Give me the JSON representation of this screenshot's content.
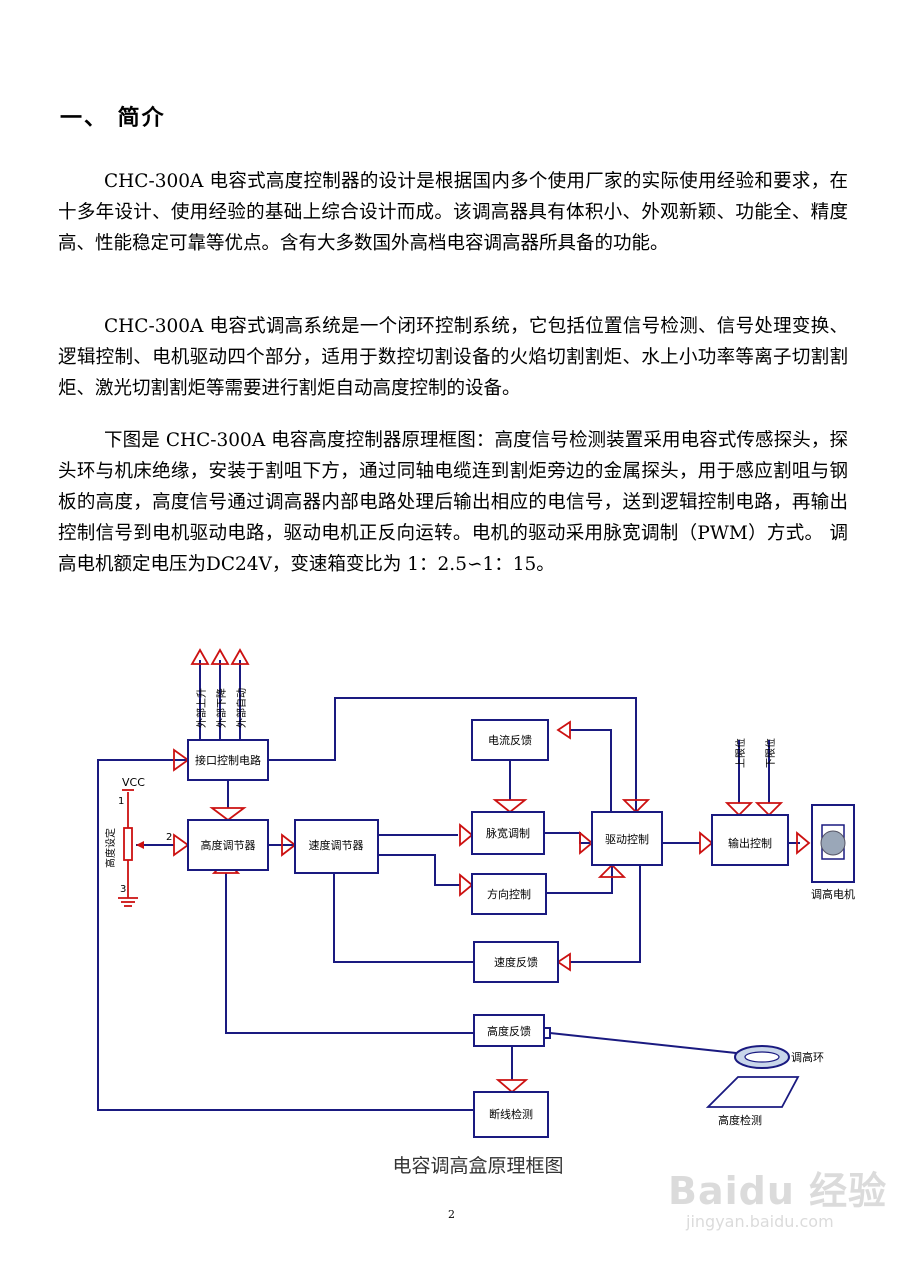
{
  "section": {
    "heading": "一、 简介"
  },
  "paragraphs": [
    "CHC-300A 电容式高度控制器的设计是根据国内多个使用厂家的实际使用经验和要求，在十多年设计、使用经验的基础上综合设计而成。该调高器具有体积小、外观新颖、功能全、精度高、性能稳定可靠等优点。含有大多数国外高档电容调高器所具备的功能。",
    "CHC-300A 电容式调高系统是一个闭环控制系统，它包括位置信号检测、信号处理变换、逻辑控制、电机驱动四个部分，适用于数控切割设备的火焰切割割炬、水上小功率等离子切割割炬、激光切割割炬等需要进行割炬自动高度控制的设备。",
    "下图是 CHC-300A 电容高度控制器原理框图：高度信号检测装置采用电容式传感探头，探头环与机床绝缘，安装于割咀下方，通过同轴电缆连到割炬旁边的金属探头，用于感应割咀与钢板的高度，高度信号通过调高器内部电路处理后输出相应的电信号，送到逻辑控制电路，再输出控制信号到电机驱动电路，驱动电机正反向运转。电机的驱动采用脉宽调制（PWM）方式。 调高电机额定电压为DC24V，变速箱变比为 1：2.5∽1：15。"
  ],
  "diagram": {
    "caption": "电容调高盒原理框图",
    "blocks": {
      "interface": "接口控制电路",
      "height_reg": "高度调节器",
      "speed_reg": "速度调节器",
      "current_fb": "电流反馈",
      "pwm": "脉宽调制",
      "direction": "方向控制",
      "drive": "驱动控制",
      "speed_fb": "速度反馈",
      "height_fb": "高度反馈",
      "break_detect": "断线检测",
      "output": "输出控制"
    },
    "inputs": [
      "外部上升",
      "外部下降",
      "外部自动"
    ],
    "limits": [
      "上限位",
      "下限位"
    ],
    "pot": {
      "vcc": "VCC",
      "label": "高度设定",
      "pin1": "1",
      "pin2": "2",
      "pin3": "3"
    },
    "motor_label": "调高电机",
    "ring_label": "调高环",
    "detect_label": "高度检测"
  },
  "footer": {
    "page_number": "2",
    "watermark_logo": "Baidu 经验",
    "watermark_url": "jingyan.baidu.com"
  }
}
